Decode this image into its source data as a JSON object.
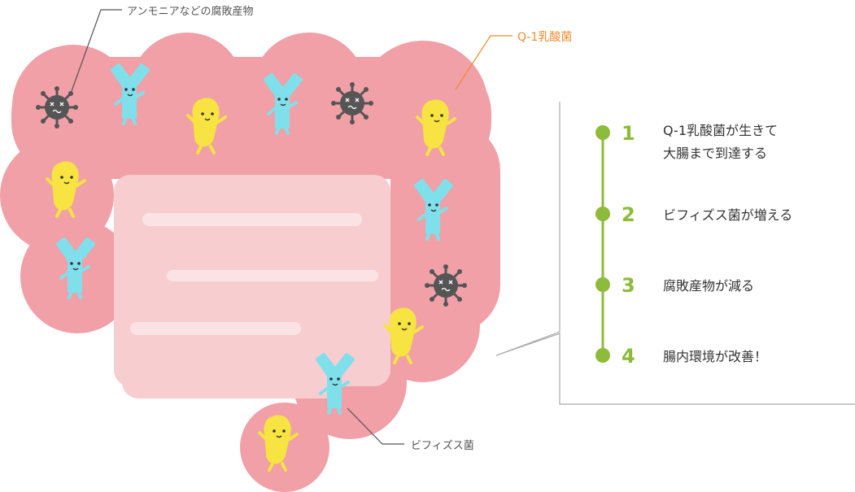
{
  "labels": {
    "ammonia": "アンモニアなどの腐敗産物",
    "q1": "Q-1乳酸菌",
    "bifidus": "ビフィズス菌"
  },
  "steps": [
    {
      "num": "1",
      "line1": "Q-1乳酸菌が生きて",
      "line2": "大腸まで到達する"
    },
    {
      "num": "2",
      "line1": "ビフィズス菌が増える",
      "line2": ""
    },
    {
      "num": "3",
      "line1": "腐敗産物が減る",
      "line2": ""
    },
    {
      "num": "4",
      "line1": "腸内環境が改善！",
      "line2": ""
    }
  ],
  "colors": {
    "intestine_outer": "#f0a0a6",
    "intestine_inner": "#f7cdd0",
    "lactobacillus": "#f7e341",
    "bifidus": "#7fe0ec",
    "bad_germ": "#555555",
    "accent_green": "#8dbb3a",
    "accent_orange": "#f08a2c"
  },
  "icons": [
    "lactobacillus-icon",
    "bifidus-icon",
    "bad-germ-icon"
  ]
}
